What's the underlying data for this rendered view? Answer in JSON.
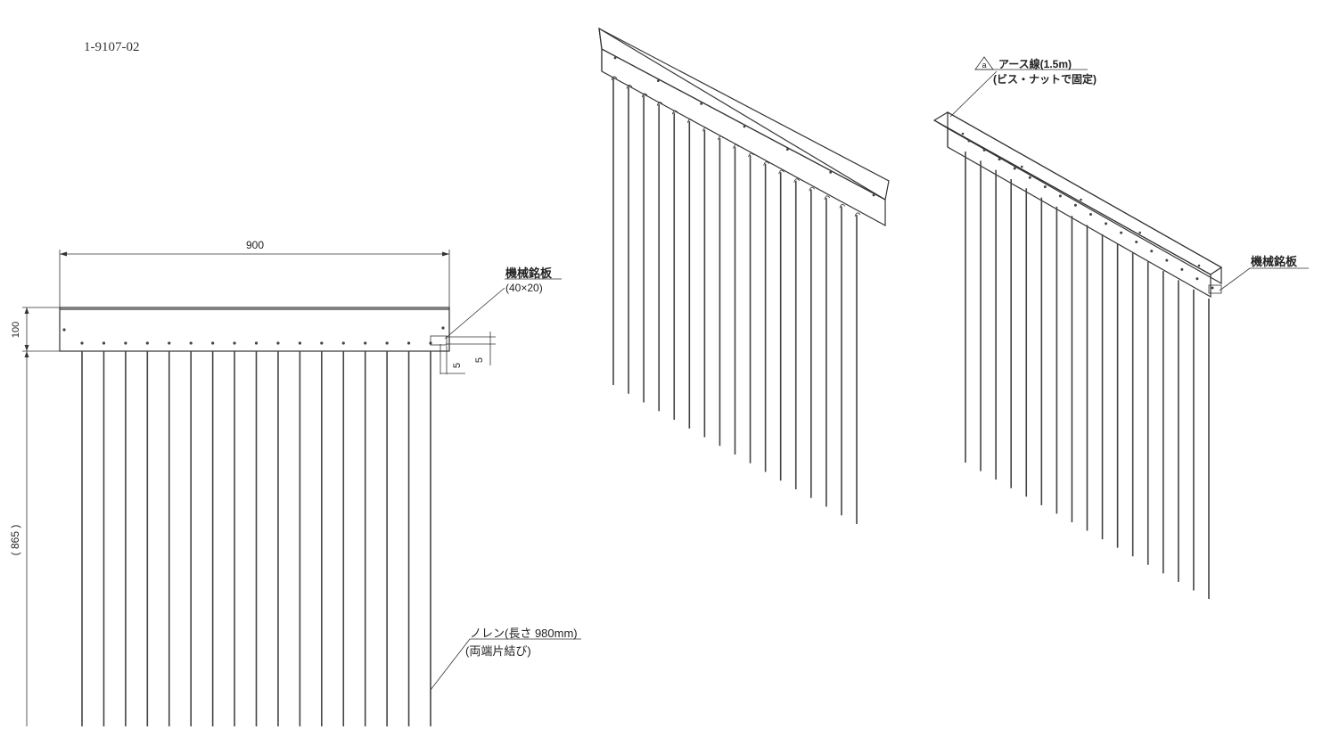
{
  "drawing_number": "1-9107-02",
  "front_view": {
    "width_dim": "900",
    "height_dim": "100",
    "rod_length_dim": "( 865 )",
    "offset_dim_x": "5",
    "offset_dim_y": "5",
    "nameplate_label": "機械銘板",
    "nameplate_size": "(40×20)",
    "noren_label": "ノレン(長さ 980mm)",
    "noren_note": "(両端片結び)"
  },
  "iso_view_right": {
    "earth_marker": "a",
    "earth_wire_label": "アース線(1.5m)",
    "earth_wire_note": "(ビス・ナットで固定)",
    "nameplate_label": "機械銘板"
  },
  "rod_count": 17
}
